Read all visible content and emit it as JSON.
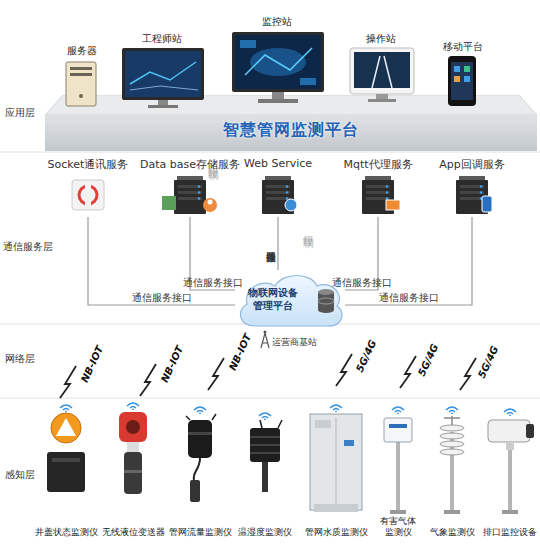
{
  "diagram": {
    "nodes": [
      {
        "text": [
          "智慧管网监测平台"
        ]
      },
      {
        "text": [
          "服务器"
        ]
      },
      {
        "text": [
          "工程师站"
        ]
      },
      {
        "text": [
          "监控站"
        ]
      },
      {
        "text": [
          "操作站"
        ]
      },
      {
        "text": [
          "移动平台"
        ]
      },
      {
        "text": [
          "Socket通讯服务"
        ]
      },
      {
        "text": [
          "Data base存储服务"
        ]
      },
      {
        "text": [
          "Web Service"
        ]
      },
      {
        "text": [
          "Mqtt代理服务"
        ]
      },
      {
        "text": [
          "App回调服务"
        ]
      },
      {
        "text": [
          "物联网设备管理平台"
        ]
      },
      {
        "text": [
          "井盖状态监测仪"
        ]
      },
      {
        "text": [
          "无线液位变送器"
        ]
      },
      {
        "text": [
          "管网流量监测仪"
        ]
      },
      {
        "text": [
          "温湿度监测仪"
        ]
      },
      {
        "text": [
          "管网水质监测仪"
        ]
      },
      {
        "text": [
          "有害气体监测仪"
        ]
      },
      {
        "text": [
          "气象监测仪"
        ]
      },
      {
        "text": [
          "排口监控设备"
        ]
      }
    ],
    "edges": [
      {
        "from": 6,
        "to": 11,
        "label": "通信服务接口",
        "arrow": "none"
      },
      {
        "from": 7,
        "to": 11,
        "label": "通信服务接口",
        "arrow": "none"
      },
      {
        "from": 8,
        "to": 11,
        "label": "通信服务接口",
        "arrow": "none"
      },
      {
        "from": 9,
        "to": 11,
        "label": "通信服务接口",
        "arrow": "none"
      },
      {
        "from": 10,
        "to": 11,
        "label": "通信服务接口",
        "arrow": "none"
      }
    ],
    "labels": [
      "应用层",
      "通信服务层",
      "网络层",
      "感知层",
      "恒星物联",
      "恒星物联",
      "运营商基站",
      "NB-IOT",
      "NB-IOT",
      "NB-IOT",
      "5G/4G",
      "5G/4G",
      "5G/4G"
    ]
  }
}
